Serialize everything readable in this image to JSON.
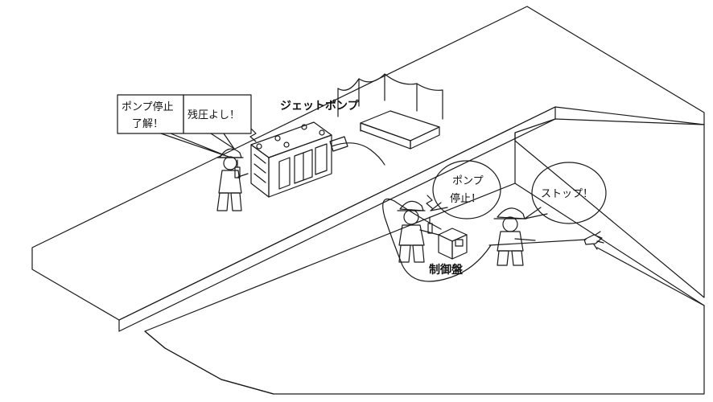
{
  "labels": {
    "left_worker_line1": "ポンプ停止",
    "left_worker_line2": "了解！",
    "residual_pressure": "残圧よし！",
    "jet_pump": "ジェットポンプ",
    "center_worker_line1": "ポンプ",
    "center_worker_line2": "停止！",
    "nozzle_worker": "ストップ！",
    "control_panel": "制御盤"
  },
  "colors": {
    "line": "#1a1a1a",
    "stipple": "#cfcfcf",
    "worker_body": "#2a2a2a",
    "pump_body": "#d6d6d6"
  }
}
